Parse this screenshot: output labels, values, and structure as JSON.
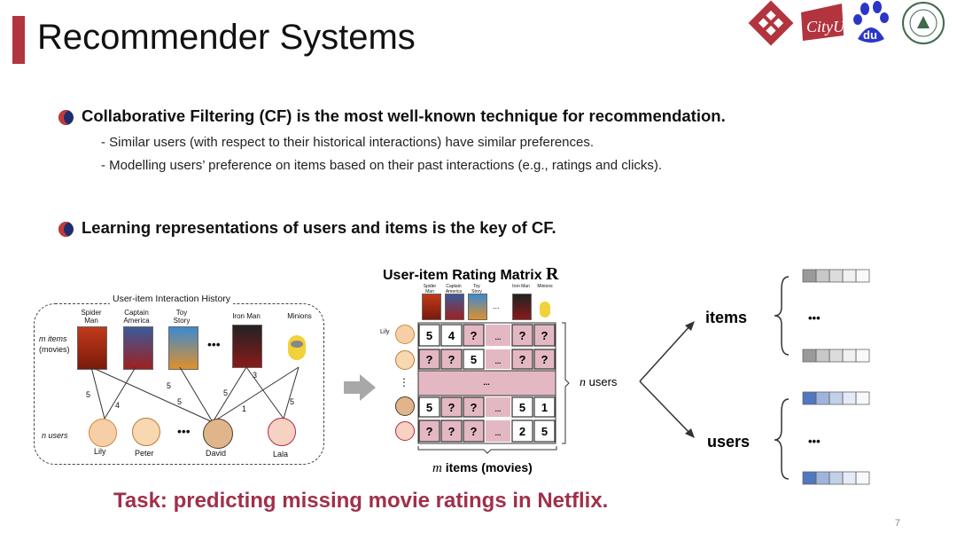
{
  "slide": {
    "title": "Recommender Systems",
    "page_number": "7",
    "task": "Task: predicting missing movie ratings in Netflix."
  },
  "bullets": [
    {
      "text": "Collaborative Filtering (CF) is the most well-known technique for recommendation.",
      "subs": [
        "- Similar users (with respect to their historical interactions) have similar preferences.",
        "- Modelling users’ preference on items based on their past interactions (e.g., ratings and clicks)."
      ]
    },
    {
      "text": "Learning representations of users and items is the key of CF.",
      "subs": []
    }
  ],
  "logos": [
    {
      "name": "polyu-logo",
      "text": ""
    },
    {
      "name": "cityu-logo",
      "text": "CityU"
    },
    {
      "name": "baidu-logo",
      "text": "du"
    },
    {
      "name": "msu-seal-logo",
      "text": ""
    }
  ],
  "history": {
    "title": "User-item Interaction History",
    "m_items_label": "m items",
    "m_items_sub": "(movies)",
    "n_users_label": "n users",
    "ellipsis": "•••",
    "movies": [
      "Spider\nMan",
      "Captain\nAmerica",
      "Toy\nStory",
      "Iron Man",
      "Minions"
    ],
    "users": [
      "Lily",
      "Peter",
      "David",
      "Lala"
    ],
    "edge_labels": [
      "5",
      "4",
      "5",
      "5",
      "5",
      "1",
      "3",
      "5"
    ]
  },
  "matrix": {
    "title": "User-item Rating Matrix",
    "title_symbol": "R",
    "movies": [
      "Spider\nMan",
      "Captain\nAmerica",
      "Toy\nStory",
      "Iron Man",
      "Minions"
    ],
    "col_ellipsis": "...",
    "row_user_label": "Lily",
    "rows": [
      [
        "5",
        "4",
        "?",
        "...",
        "?",
        "?"
      ],
      [
        "?",
        "?",
        "5",
        "...",
        "?",
        "?"
      ],
      [
        "...",
        "",
        "",
        "",
        "",
        ""
      ],
      [
        "5",
        "?",
        "?",
        "...",
        "5",
        "1"
      ],
      [
        "?",
        "?",
        "?",
        "...",
        "2",
        "5"
      ]
    ],
    "row_dots": "⋮",
    "n_users_label": "n users",
    "m_items_label": "items (movies)",
    "m_symbol": "m",
    "n_symbol": "n"
  },
  "embeddings": {
    "items_label": "items",
    "users_label": "users",
    "ellipsis": "•••"
  },
  "colors": {
    "accent": "#b2343e",
    "matrix_fill": "#e4b8c2",
    "item_vec": "#9a9a9a",
    "user_vec": "#5077c0",
    "task_text": "#a0304a"
  }
}
